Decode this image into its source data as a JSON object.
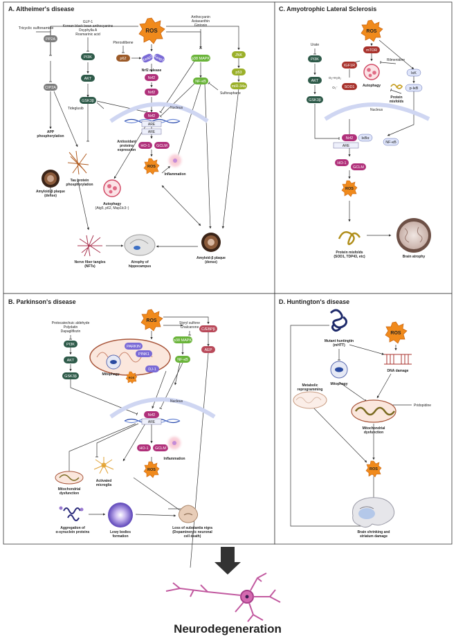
{
  "panel_a": {
    "title": "A. Altheimer's disease",
    "ros": "ROS",
    "tricyclic": "Tricyclic sulfonamide",
    "glp_list": [
      "GLP-1",
      "Korean black bean anthocyanins",
      "Oxyphylla A",
      "Rosmarinic acid"
    ],
    "pterostilbene": "Pterostilbene",
    "anthocyanin_list": [
      "Anthocyanin",
      "Astaxanthin",
      "Gintonin"
    ],
    "nodes": {
      "pp2a": "PP2A",
      "cip2a": "CIP2A",
      "pi3k": "PI3K",
      "akt": "AKT",
      "gsk3b": "GSK3β",
      "p62": "p62",
      "keap1a": "Keap1",
      "keap1b": "Keap1",
      "nrf2_a": "Nrf2",
      "nrf2_b": "Nrf2",
      "p38": "p38 MAPK",
      "nfkb": "NF-κB",
      "jnk": "JNK",
      "p53": "p53",
      "mir": "miR-34a",
      "nrf2_nuc": "Nrf2",
      "are_a": "ARE",
      "are_b": "ARE",
      "ho1": "HO-1",
      "gclm": "GCLM",
      "ros2": "ROS"
    },
    "nrf2_release": "Nrf2 release",
    "sulforaphane": "Sulforaphane",
    "nucleus": "Nucleus",
    "tideglusib": "Tideglusib",
    "app": [
      "APP",
      "phosphorylation"
    ],
    "tau": [
      "Tau protein",
      "phosphorylation"
    ],
    "antioxidant": [
      "Antioxidant",
      "proteins",
      "expression"
    ],
    "inflammation": "Inflammation",
    "amyloid_dense": [
      "Amyloid-β plaque",
      "(dense)"
    ],
    "autophagy": [
      "Autophagy",
      "(Atg5, p62, Map1lc3↑)"
    ],
    "nft": [
      "Nerve fiber tangles",
      "(NFTs)"
    ],
    "atrophy": [
      "Atrophy of",
      "hippocampus"
    ],
    "amyloid_right": [
      "Amyloid-β plaque",
      "(dense)"
    ]
  },
  "panel_b": {
    "title": "B. Parkinson's disease",
    "ros": "ROS",
    "protocatechuic": [
      "Protocatechuic aldehyde",
      "Polydatin",
      "Dapagliflozin"
    ],
    "styryl": [
      "Styryl sulfone",
      "Chalcanone"
    ],
    "nodes": {
      "pi3k": "PI3K",
      "akt": "AKT",
      "gsk3b": "GSK3β",
      "parkin": "PARKIN",
      "pink1": "PINK1",
      "dj1": "DJ-1",
      "p38": "p38 MAPK",
      "nfkb": "NF-κB",
      "cebp": "C/EBPβ",
      "aep": "AEP",
      "nrf2": "Nrf2",
      "are": "ARE",
      "ho1": "HO-1",
      "gclm": "GCLM",
      "ros_small": "ROS",
      "ros_mito": "ROS"
    },
    "mitophagy": "Mitophagy",
    "nucleus": "Nucleus",
    "inflammation": "Inflammation",
    "mito_dys": [
      "Mitochondrial",
      "dysfunction"
    ],
    "microglia": [
      "Activated",
      "microglia"
    ],
    "aggregation": [
      "Aggregation of",
      "α-synuclein proteins"
    ],
    "lewy": [
      "Lewy bodies",
      "formation"
    ],
    "loss": [
      "Loss of substantia nigra",
      "(Dopaminergic neuronal",
      "cell death)"
    ]
  },
  "panel_c": {
    "title": "C. Amyotrophic Lateral Sclerosis",
    "ros": "ROS",
    "urate": "Urate",
    "rilmenidine": "Rilmenidine",
    "nodes": {
      "pi3k": "PI3K",
      "akt": "AKT",
      "gsk3b": "GSK3β",
      "igf1r": "IGF1R",
      "mtor": "mTOR",
      "sod1": "SOD1",
      "ikk": "IκK",
      "pikb": "p-IκB",
      "nrf2": "Nrf2",
      "ikba": "IκBα",
      "nfkb": "NF-κB",
      "are": "ARE",
      "ho1": "HO-1",
      "gclm": "GCLM",
      "ros2": "ROS"
    },
    "o2h2o2": "O₂+H₂O₂",
    "o2": "O₂⁻",
    "autophagy": "Autophagy",
    "protein_misfolds": [
      "Protein",
      "misfolds"
    ],
    "nucleus": "Nucleus",
    "misfold_bottom": [
      "Protein misfolds",
      "(SOD1, TDP43, etc)"
    ],
    "brain_atrophy": "Brain atrophy"
  },
  "panel_d": {
    "title": "D. Huntington's disease",
    "ros": "ROS",
    "ros2": "ROS",
    "mhtt": [
      "Mutant huntingtin",
      "(mHTT)"
    ],
    "dna_damage": "DNA damage",
    "mitophagy": "Mitophagy",
    "metabolic": [
      "Metabolic",
      "reprogramming"
    ],
    "mito_dys": [
      "Mitochondrial",
      "dysfunction"
    ],
    "pridopidine": "Pridopidine",
    "brain": [
      "Brain shrinking and",
      "striatum damage"
    ]
  },
  "footer": {
    "label": "Neurodegeneration"
  },
  "colors": {
    "gsk": "#2e5a49",
    "magenta": "#b0307a",
    "green": "#6ab43a",
    "olive": "#9bb02a",
    "brown": "#9c5a28",
    "violet": "#7a6ad6",
    "rose": "#b94a5a",
    "gray": "#7d7d7d",
    "ros": "#f08a1c",
    "darkred": "#a8322c",
    "lavender": "#cfd6f2"
  }
}
